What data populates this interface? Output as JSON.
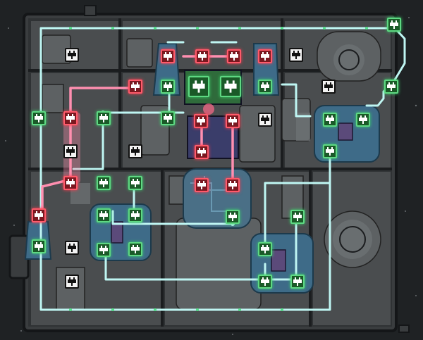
{
  "scene": {
    "title": "",
    "colors": {
      "background": "#1f2224",
      "wall": "#3b3e40",
      "room": "#4a4d4f",
      "wire_cyan": "#bff6f3",
      "wire_pink": "#ff8fb0",
      "input_port": "#1a5a28",
      "output_port": "#7a1820",
      "neutral_port": "#f3f3f3",
      "gate_fill": "#3c6f88",
      "processor_fill": "#3e6b88"
    }
  },
  "ports": [
    {
      "id": "p1",
      "kind": "in",
      "icon": "plug-icon"
    },
    {
      "id": "p2",
      "kind": "in",
      "icon": "plug-icon"
    },
    {
      "id": "p3",
      "kind": "in",
      "icon": "plug-icon"
    },
    {
      "id": "p4",
      "kind": "in",
      "icon": "plug-icon"
    },
    {
      "id": "p5",
      "kind": "out",
      "icon": "plug-icon"
    },
    {
      "id": "p6",
      "kind": "out",
      "icon": "plug-icon"
    },
    {
      "id": "p7",
      "kind": "out",
      "icon": "plug-icon"
    },
    {
      "id": "p8",
      "kind": "out",
      "icon": "plug-icon"
    },
    {
      "id": "p9",
      "kind": "out",
      "icon": "plug-icon"
    },
    {
      "id": "p10",
      "kind": "out",
      "icon": "plug-icon"
    },
    {
      "id": "p11",
      "kind": "in",
      "icon": "plug-icon"
    },
    {
      "id": "p12",
      "kind": "in",
      "icon": "plug-icon"
    },
    {
      "id": "p13",
      "kind": "neutral",
      "icon": "plug-icon"
    },
    {
      "id": "p14",
      "kind": "neutral",
      "icon": "plug-icon"
    },
    {
      "id": "p15",
      "kind": "neutral",
      "icon": "plug-icon"
    },
    {
      "id": "p16",
      "kind": "neutral",
      "icon": "plug-icon"
    },
    {
      "id": "p17",
      "kind": "neutral",
      "icon": "plug-icon"
    },
    {
      "id": "p18",
      "kind": "neutral",
      "icon": "plug-icon"
    },
    {
      "id": "p19",
      "kind": "out",
      "icon": "plug-icon"
    },
    {
      "id": "p20",
      "kind": "out",
      "icon": "plug-icon"
    },
    {
      "id": "p21",
      "kind": "out",
      "icon": "plug-icon"
    },
    {
      "id": "p22",
      "kind": "in",
      "icon": "plug-icon"
    },
    {
      "id": "p23",
      "kind": "in",
      "icon": "plug-icon"
    },
    {
      "id": "p24",
      "kind": "in",
      "icon": "plug-icon"
    },
    {
      "id": "p25",
      "kind": "in",
      "icon": "plug-icon"
    },
    {
      "id": "p26",
      "kind": "in",
      "icon": "plug-icon"
    },
    {
      "id": "p27",
      "kind": "in",
      "icon": "plug-icon"
    },
    {
      "id": "p28",
      "kind": "in",
      "icon": "plug-icon"
    },
    {
      "id": "p29",
      "kind": "in",
      "icon": "plug-icon"
    },
    {
      "id": "p30",
      "kind": "in",
      "icon": "plug-icon"
    },
    {
      "id": "p31",
      "kind": "in",
      "icon": "plug-icon"
    },
    {
      "id": "p32",
      "kind": "in",
      "icon": "plug-icon"
    },
    {
      "id": "p33",
      "kind": "in",
      "icon": "plug-icon"
    },
    {
      "id": "p34",
      "kind": "out",
      "icon": "plug-icon"
    },
    {
      "id": "p35",
      "kind": "in",
      "icon": "plug-icon"
    },
    {
      "id": "p36",
      "kind": "in",
      "icon": "plug-icon"
    },
    {
      "id": "p37",
      "kind": "in",
      "icon": "plug-icon"
    },
    {
      "id": "p38",
      "kind": "in",
      "icon": "plug-icon"
    },
    {
      "id": "p39",
      "kind": "in",
      "icon": "plug-icon"
    },
    {
      "id": "p40",
      "kind": "in",
      "icon": "plug-icon"
    },
    {
      "id": "p41",
      "kind": "out",
      "icon": "plug-icon"
    },
    {
      "id": "p42",
      "kind": "out",
      "icon": "plug-icon"
    },
    {
      "id": "p43",
      "kind": "in",
      "icon": "plug-icon"
    },
    {
      "id": "p44",
      "kind": "in",
      "icon": "plug-icon"
    },
    {
      "id": "p45",
      "kind": "in",
      "icon": "plug-icon"
    },
    {
      "id": "p46",
      "kind": "in",
      "icon": "plug-icon"
    },
    {
      "id": "p47",
      "kind": "neutral",
      "icon": "plug-icon"
    },
    {
      "id": "p48",
      "kind": "neutral",
      "icon": "plug-icon"
    }
  ]
}
